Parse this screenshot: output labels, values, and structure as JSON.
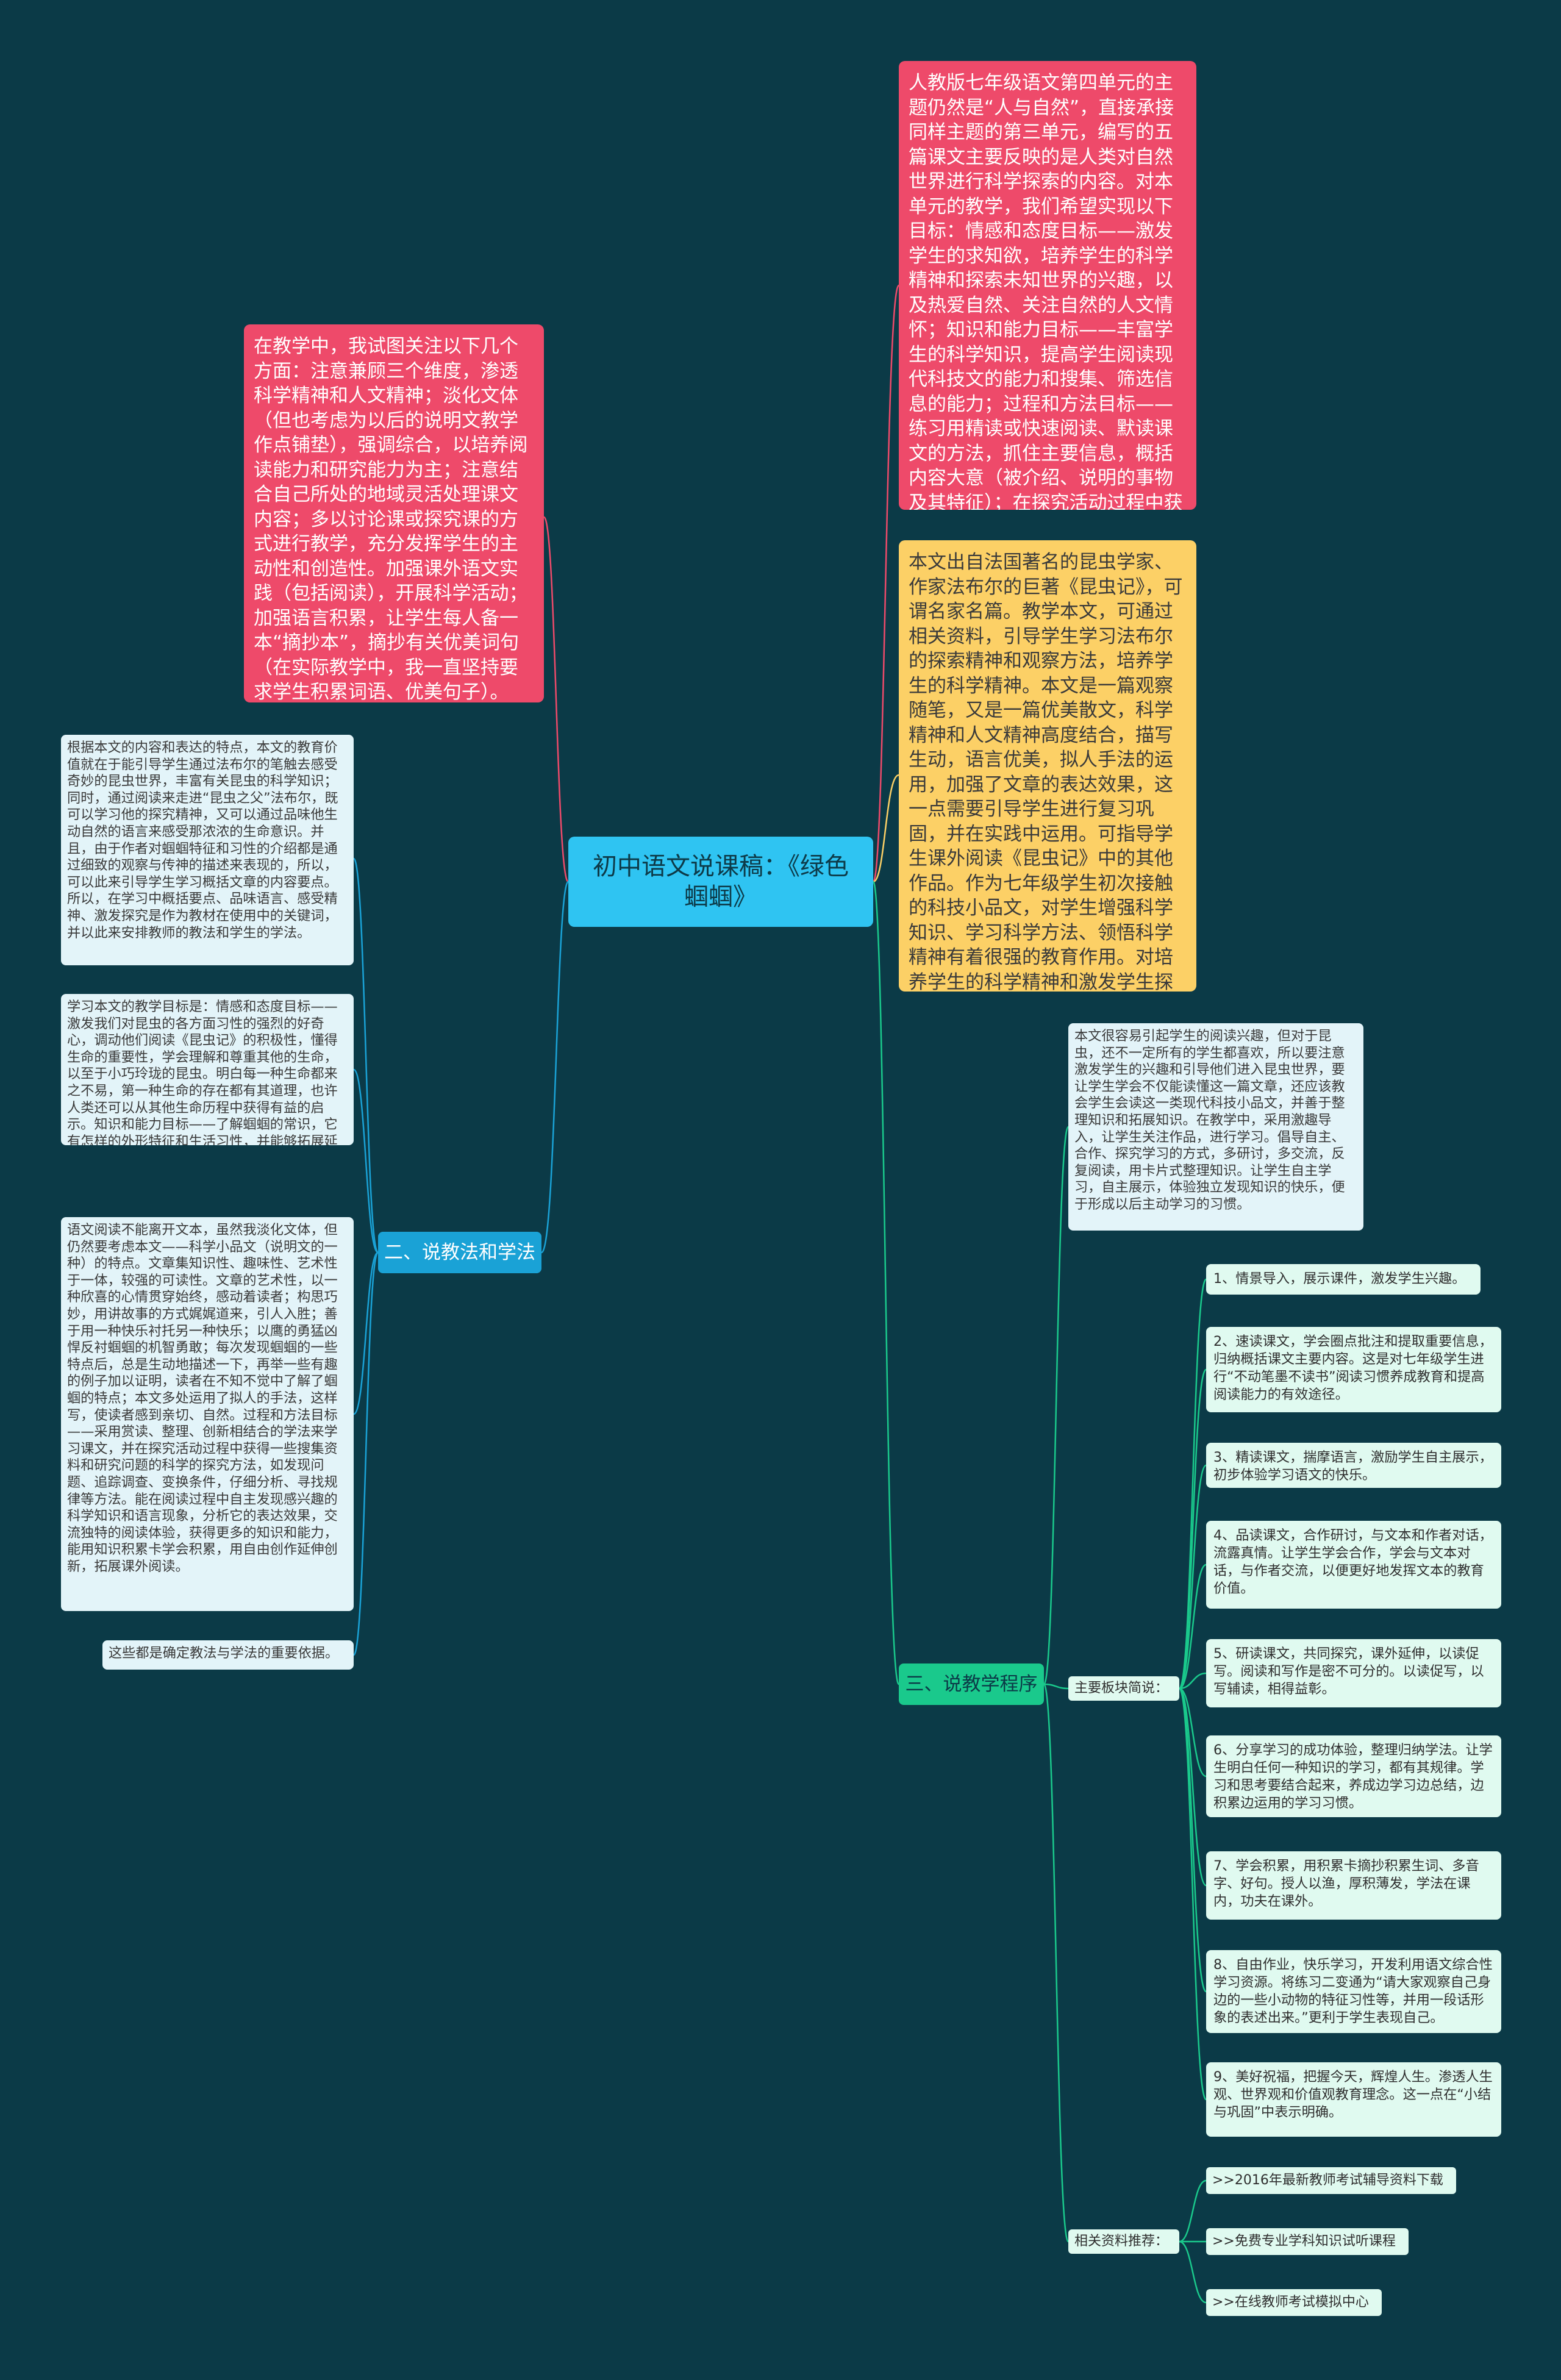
{
  "central_title": "初中语文说课稿：《绿色蝈蝈》",
  "left": {
    "top_note": "在教学中，我试图关注以下几个方面：注意兼顾三个维度，渗透科学精神和人文精神；淡化文体（但也考虑为以后的说明文教学作点铺垫），强调综合，以培养阅读能力和研究能力为主；注意结合自己所处的地域灵活处理课文内容；多以讨论课或探究课的方式进行教学，充分发挥学生的主动性和创造性。加强课外语文实践（包括阅读），开展科学活动；加强语言积累，让学生每人备一本“摘抄本”，摘抄有关优美词句（在实际教学中，我一直坚持要求学生积累词语、优美句子）。",
    "branch_label": "二、说教法和学法",
    "children": [
      "根据本文的内容和表达的特点，本文的教育价值就在于能引导学生通过法布尔的笔触去感受奇妙的昆虫世界，丰富有关昆虫的科学知识；同时，通过阅读来走进“昆虫之父”法布尔，既可以学习他的探究精神，又可以通过品味他生动自然的语言来感受那浓浓的生命意识。并且，由于作者对蝈蝈特征和习性的介绍都是通过细致的观察与传神的描述来表现的，所以，可以此来引导学生学习概括文章的内容要点。所以，在学习中概括要点、品味语言、感受精神、激发探究是作为教材在使用中的关键词，并以此来安排教师的教法和学生的学法。",
      "学习本文的教学目标是：情感和态度目标——激发我们对昆虫的各方面习性的强烈的好奇心，调动他们阅读《昆虫记》的积极性，懂得生命的重要性，学会理解和尊重其他的生命，以至于小巧玲珑的昆虫。明白每一种生命都来之不易，第一种生命的存在都有其道理，也许人类还可以从其他生命历程中获得有益的启示。知识和能力目标——了解蝈蝈的常识，它有怎样的外形特征和生活习性，并能够拓展延伸，学习观察、记录自己身边的小动物。",
      "语文阅读不能离开文本，虽然我淡化文体，但仍然要考虑本文——科学小品文（说明文的一种）的特点。文章集知识性、趣味性、艺术性于一体，较强的可读性。文章的艺术性，以一种欣喜的心情贯穿始终，感动着读者；构思巧妙，用讲故事的方式娓娓道来，引人入胜；善于用一种快乐衬托另一种快乐；以鹰的勇猛凶悍反衬蝈蝈的机智勇敢；每次发现蝈蝈的一些特点后，总是生动地描述一下，再举一些有趣的例子加以证明，读者在不知不觉中了解了蝈蝈的特点；本文多处运用了拟人的手法，这样写，使读者感到亲切、自然。过程和方法目标——采用赏读、整理、创新相结合的学法来学习课文，并在探究活动过程中获得一些搜集资料和研究问题的科学的探究方法，如发现问题、追踪调查、变换条件，仔细分析、寻找规律等方法。能在阅读过程中自主发现感兴趣的科学知识和语言现象，分析它的表达效果，交流独特的阅读体验，获得更多的知识和能力，能用知识积累卡学会积累，用自由创作延伸创新，拓展课外阅读。",
      "这些都是确定教法与学法的重要依据。"
    ]
  },
  "right": {
    "top_note": "人教版七年级语文第四单元的主题仍然是“人与自然”，直接承接同样主题的第三单元，编写的五篇课文主要反映的是人类对自然世界进行科学探索的内容。对本单元的教学，我们希望实现以下目标：情感和态度目标——激发学生的求知欲，培养学生的科学精神和探索未知世界的兴趣，以及热爱自然、关注自然的人文情怀；知识和能力目标——丰富学生的科学知识，提高学生阅读现代科技文的能力和搜集、筛选信息的能力；过程和方法目标——练习用精读或快速阅读、默读课文的方法，抓住主要信息，概括内容大意（被介绍、说明的事物及其特征）；在探究活动过程中获得一些搜集资料和研究问题的方法。",
    "yellow_note": "本文出自法国著名的昆虫学家、作家法布尔的巨著《昆虫记》，可谓名家名篇。教学本文，可通过相关资料，引导学生学习法布尔的探索精神和观察方法，培养学生的科学精神。本文是一篇观察随笔，又是一篇优美散文，科学精神和人文精神高度结合，描写生动，语言优美，拟人手法的运用，加强了文章的表达效果，这一点需要引导学生进行复习巩固，并在实践中运用。可指导学生课外阅读《昆虫记》中的其他作品。作为七年级学生初次接触的科技小品文，对学生增强科学知识、学习科学方法、领悟科学精神有着很强的教育作用。对培养学生的科学精神和激发学生探索未知世界的兴趣有着十分重要的意义。",
    "branch_label": "三、说教学程序",
    "intro": "本文很容易引起学生的阅读兴趣，但对于昆虫，还不一定所有的学生都喜欢，所以要注意激发学生的兴趣和引导他们进入昆虫世界，要让学生学会不仅能读懂这一篇文章，还应该教会学生会读这一类现代科技小品文，并善于整理知识和拓展知识。在教学中，采用激趣导入，让学生关注作品，进行学习。倡导自主、合作、探究学习的方式，多研讨，多交流，反复阅读，用卡片式整理知识。让学生自主学习，自主展示，体验独立发现知识的快乐，便于形成以后主动学习的习惯。",
    "board_label": "主要板块简说：",
    "steps": [
      "1、情景导入，展示课件，激发学生兴趣。",
      "2、速读课文，学会圈点批注和提取重要信息，归纳概括课文主要内容。这是对七年级学生进行“不动笔墨不读书”阅读习惯养成教育和提高阅读能力的有效途径。",
      "3、精读课文，揣摩语言，激励学生自主展示，初步体验学习语文的快乐。",
      "4、品读课文，合作研讨，与文本和作者对话，流露真情。让学生学会合作，学会与文本对话，与作者交流，以便更好地发挥文本的教育价值。",
      "5、研读课文，共同探究，课外延伸，以读促写。阅读和写作是密不可分的。以读促写，以写辅读，相得益彰。",
      "6、分享学习的成功体验，整理归纳学法。让学生明白任何一种知识的学习，都有其规律。学习和思考要结合起来，养成边学习边总结，边积累边运用的学习习惯。",
      "7、学会积累，用积累卡摘抄积累生词、多音字、好句。授人以渔，厚积薄发，学法在课内，功夫在课外。",
      "8、自由作业，快乐学习，开发利用语文综合性学习资源。将练习二变通为“请大家观察自己身边的一些小动物的特征习性等，并用一段话形象的表述出来。”更利于学生表现自己。",
      "9、美好祝福，把握今天，辉煌人生。渗透人生观、世界观和价值观教育理念。这一点在“小结与巩固”中表示明确。"
    ],
    "resources_label": "相关资料推荐：",
    "resources": [
      ">>2016年最新教师考试辅导资料下载",
      ">>免费专业学科知识试听课程",
      ">>在线教师考试模拟中心"
    ]
  }
}
